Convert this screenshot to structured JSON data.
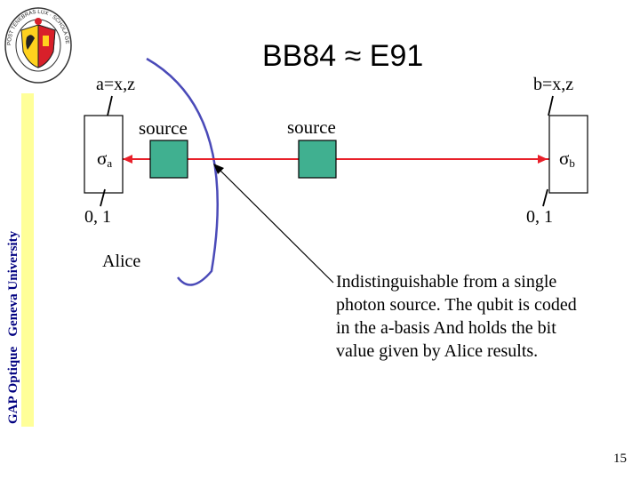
{
  "slide": {
    "title_left": "BB84",
    "title_symbol": "≈",
    "title_right": "E91",
    "page_number": "15"
  },
  "diagram": {
    "alice_basis": "a=x,z",
    "bob_basis": "b=x,z",
    "source_alice_label": "source",
    "source_center_label": "source",
    "sigma_symbol": "σ",
    "alice_sigma_sub": "a",
    "bob_sigma_sub": "b",
    "alice_outcome": "0, 1",
    "bob_outcome": "0, 1",
    "alice_name": "Alice",
    "note": "Indistinguishable from a single photon source. The qubit is coded in the a-basis And holds the bit value given by Alice results."
  },
  "branding": {
    "side_text_1": "GAP Optique",
    "side_text_2": "Geneva University",
    "logo_text": "POST TENEBRAS LUX · SCHOLA GENEVENSIS"
  },
  "colors": {
    "source_box": "#40b090",
    "beam": "#e8202a",
    "divider_arc": "#4a4ab8",
    "side_bar": "#ffff99",
    "side_text": "#000080"
  }
}
